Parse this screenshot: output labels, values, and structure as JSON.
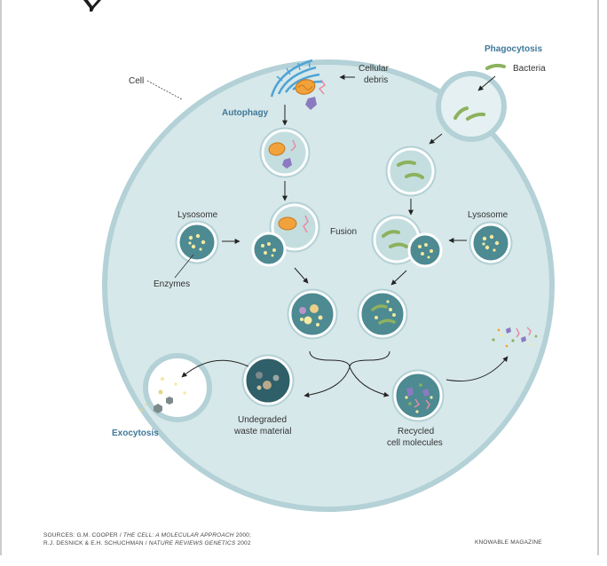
{
  "labels": {
    "cell": "Cell",
    "phagocytosis": "Phagocytosis",
    "bacteria": "Bacteria",
    "cellular_debris_1": "Cellular",
    "cellular_debris_2": "debris",
    "autophagy": "Autophagy",
    "lysosome_left": "Lysosome",
    "lysosome_right": "Lysosome",
    "fusion": "Fusion",
    "enzymes": "Enzymes",
    "exocytosis": "Exocytosis",
    "undegraded_1": "Undegraded",
    "undegraded_2": "waste material",
    "recycled_1": "Recycled",
    "recycled_2": "cell molecules"
  },
  "footer": {
    "sources_prefix": "SOURCES: G.M. COOPER / ",
    "source1_title": "THE CELL: A MOLECULAR APPROACH",
    "source1_year": " 2000;",
    "source2_prefix": "R.J. DESNICK & E.H. SCHUCHMAN / ",
    "source2_title": "NATURE REVIEWS GENETICS",
    "source2_year": " 2002",
    "credit": "KNOWABLE MAGAZINE"
  },
  "colors": {
    "cell_fill": "#d7e8ea",
    "membrane": "#b3d1d6",
    "lysosome": "#4d8a92",
    "dark_lysosome": "#2f5f68",
    "accent_blue": "#3f7898",
    "bacteria": "#8db15e",
    "mitochondria": "#f2a23a",
    "debris_purple": "#8c7ac0",
    "debris_pink": "#e98ba4"
  }
}
